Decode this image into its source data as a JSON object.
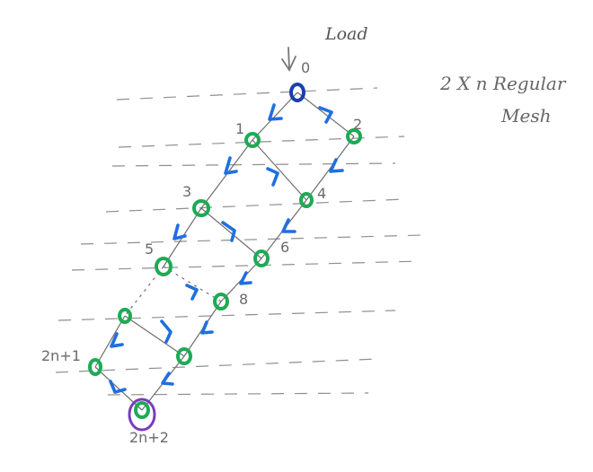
{
  "load_label": "Load",
  "title_line1": "2 X n Regular",
  "title_line2": "Mesh",
  "node_labels": {
    "n0": "0",
    "n1": "1",
    "n2": "2",
    "n3": "3",
    "n4": "4",
    "n5": "5",
    "n6": "6",
    "n8": "8",
    "n2n1": "2n+1",
    "n2n2": "2n+2"
  },
  "colors": {
    "edge": "#6e6e6e",
    "node_green": "#1eaa55",
    "node_source": "#1a3fae",
    "node_sink_ring": "#7a3bbf",
    "arrow": "#1f6fe0",
    "dash": "#909090"
  }
}
